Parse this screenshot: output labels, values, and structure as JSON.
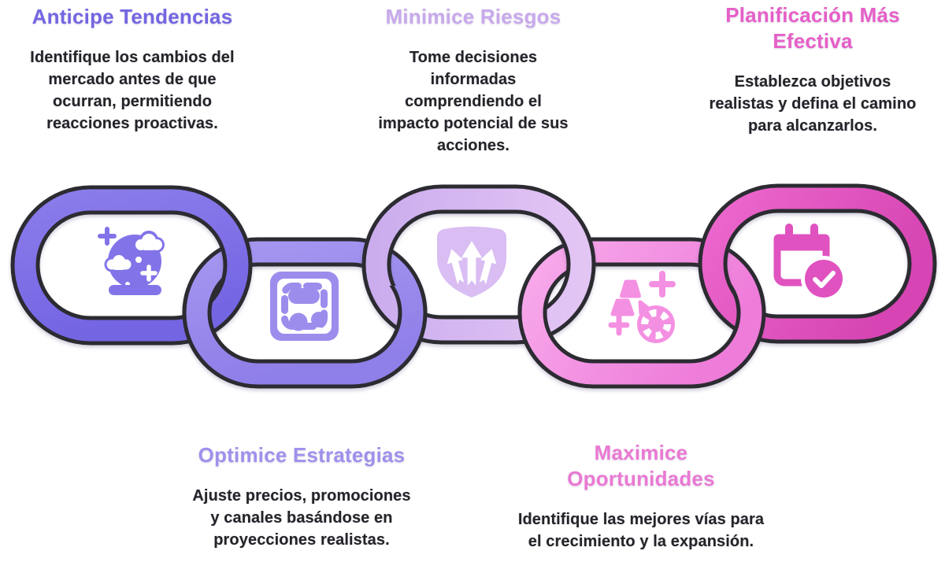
{
  "colors": {
    "outline": "#2b2b31",
    "ink": "#232329",
    "l1a": "#8b7ceb",
    "l1b": "#7465e3",
    "l2a": "#a596f0",
    "l2b": "#8f7fe8",
    "l3a": "#cbadee",
    "l3b": "#e3c5f4",
    "l4a": "#f8abec",
    "l4b": "#ee7cd9",
    "l5a": "#ec68ce",
    "l5b": "#d645b3",
    "i1": "#8274e8",
    "i2": "#9c8ded",
    "i3": "#d9bdf3",
    "i4": "#f490e2",
    "i5": "#e052c0",
    "t1": "#7366e2",
    "t2": "#c8a9eb",
    "t3": "#e65fc8",
    "t4": "#a090ec",
    "t5": "#ea79d3"
  },
  "steps": [
    {
      "title": "Anticipe Tendencias",
      "icon": "crystal-ball-icon",
      "description_lines": [
        "Identifique los cambios del",
        "mercado antes de que",
        "ocurran, permitiendo",
        "reacciones proactivas."
      ]
    },
    {
      "title": "Minimice Riesgos",
      "icon": "shield-arrows-icon",
      "description_lines": [
        "Tome decisiones",
        "informadas",
        "comprendiendo el",
        "impacto potencial de sus",
        "acciones."
      ]
    },
    {
      "title": [
        "Planificación Más",
        "Efectiva"
      ],
      "icon": "calendar-check-icon",
      "description_lines": [
        "Establezca objetivos",
        "realistas y defina el camino",
        "para alcanzarlos."
      ]
    },
    {
      "title": "Optimice Estrategias",
      "icon": "strategy-grid-icon",
      "description_lines": [
        "Ajuste precios, promociones",
        "y canales basándose en",
        "proyecciones realistas."
      ]
    },
    {
      "title": [
        "Maximice",
        "Oportunidades"
      ],
      "icon": "gold-bars-icon",
      "description_lines": [
        "Identifique las mejores vías para",
        "el crecimiento y la expansión."
      ]
    }
  ]
}
